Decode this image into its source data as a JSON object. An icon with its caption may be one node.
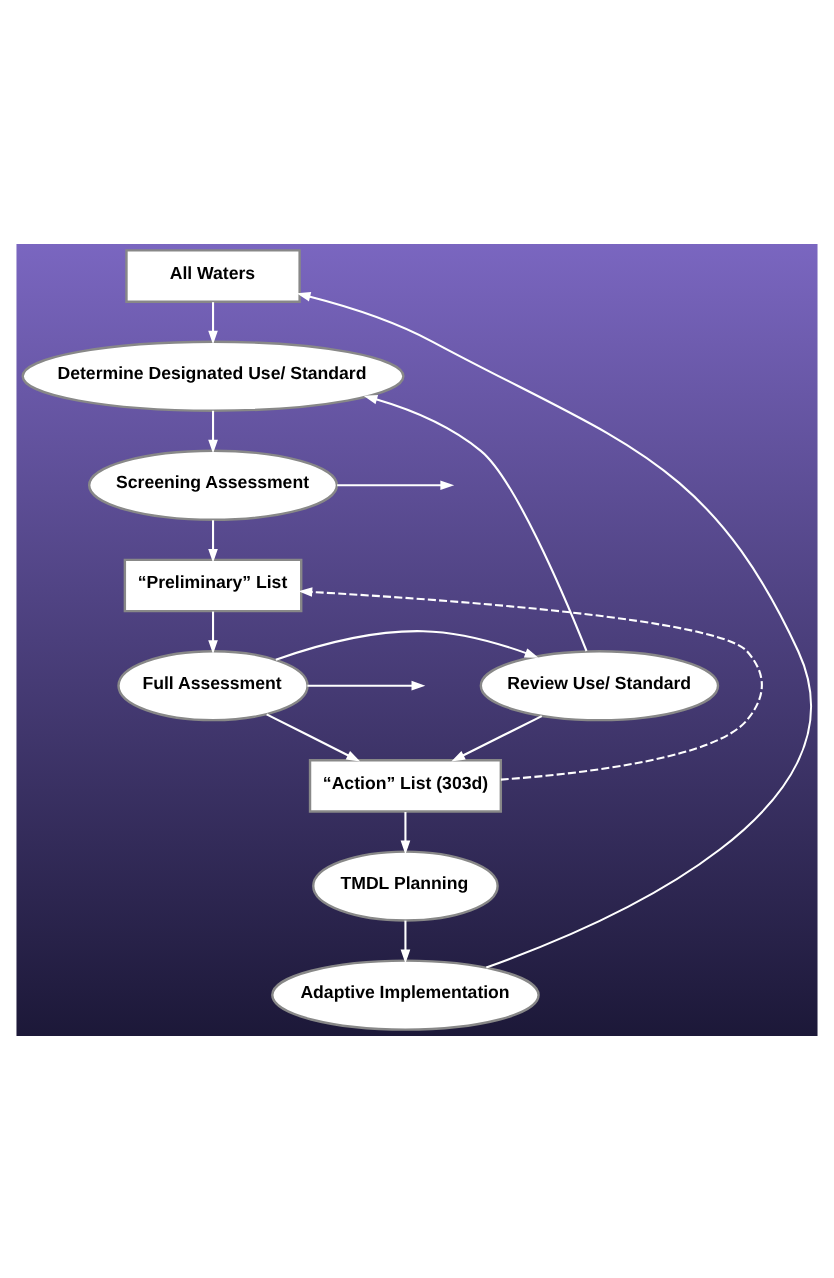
{
  "diagram": {
    "nodes": [
      {
        "text": [
          "All Waters"
        ]
      },
      {
        "text": [
          "Determine Designated Use/ Standard"
        ]
      },
      {
        "text": [
          "Screening Assessment"
        ]
      },
      {
        "text": [
          "“Preliminary” List"
        ]
      },
      {
        "text": [
          "Full Assessment"
        ]
      },
      {
        "text": [
          "Review Use/ Standard"
        ]
      },
      {
        "text": [
          "“Action” List (303d)"
        ]
      },
      {
        "text": [
          "TMDL Planning"
        ]
      },
      {
        "text": [
          "Adaptive Implementation"
        ]
      }
    ],
    "edges": [
      {
        "from": 0,
        "to": 1,
        "arrow": "to"
      },
      {
        "from": 1,
        "to": 2,
        "arrow": "to"
      },
      {
        "from": 2,
        "to": 3,
        "arrow": "to"
      },
      {
        "from": 3,
        "to": 4,
        "arrow": "to"
      },
      {
        "from": 4,
        "to": 6,
        "arrow": "to"
      },
      {
        "from": 6,
        "to": 7,
        "arrow": "to"
      },
      {
        "from": 7,
        "to": 8,
        "arrow": "to"
      },
      {
        "from": 4,
        "to": 5,
        "arrow": "to"
      },
      {
        "from": 5,
        "to": 1,
        "arrow": "to"
      },
      {
        "from": 5,
        "to": 6,
        "arrow": "to"
      },
      {
        "from": 6,
        "to": 3,
        "arrow": "to",
        "style": "dashed"
      },
      {
        "from": 2,
        "to": null,
        "arrow": "to"
      },
      {
        "from": 4,
        "to": null,
        "arrow": "to"
      },
      {
        "from": 8,
        "to": 0,
        "arrow": "to"
      }
    ]
  }
}
